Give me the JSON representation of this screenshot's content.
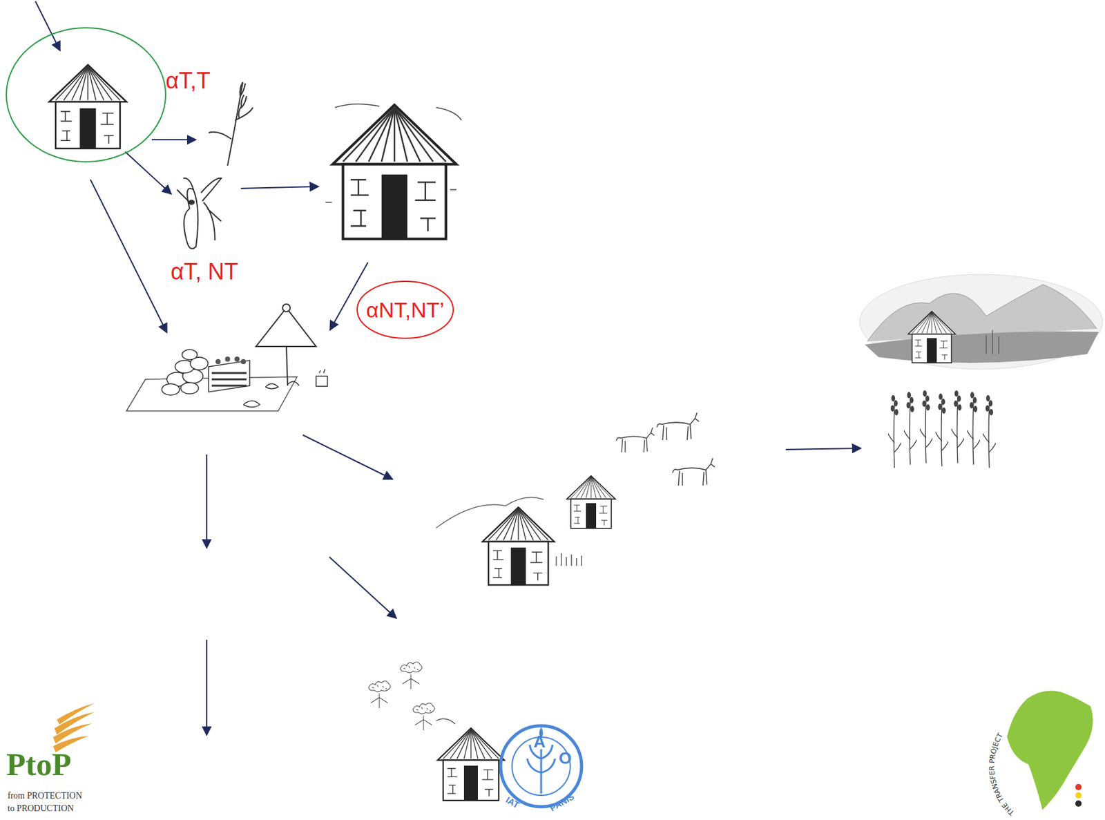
{
  "diagram": {
    "nodes": [
      {
        "text": [
          "αNT,NT’"
        ]
      }
    ],
    "labels": [
      "αT,T",
      "αT, NT",
      "PtoP",
      "from PROTECTION",
      "to PRODUCTION",
      "A",
      "O",
      "IAT",
      "PANIS",
      "THE TRANSFER PROJECT"
    ]
  }
}
